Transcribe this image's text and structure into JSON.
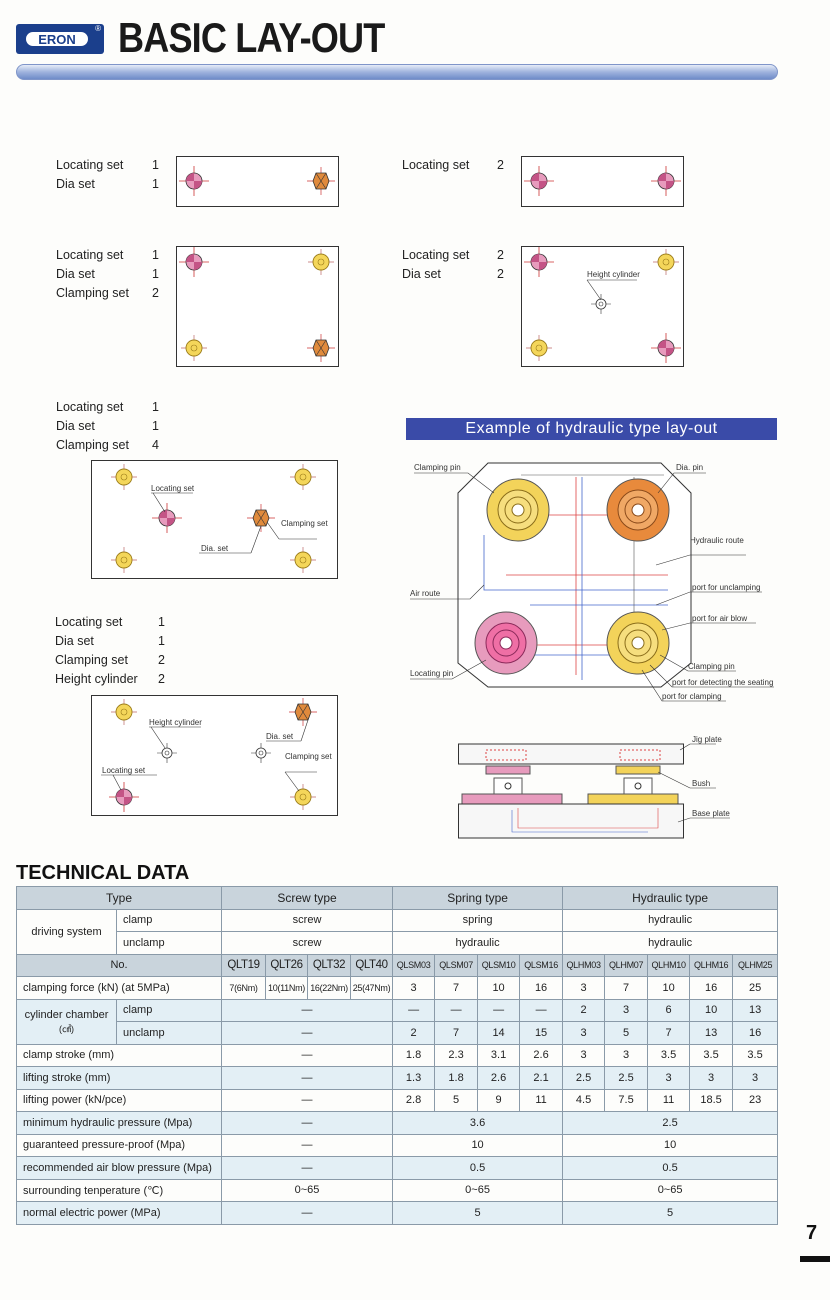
{
  "header": {
    "logo_text": "ERON",
    "logo_reg": "®",
    "title": "BASIC LAY-OUT"
  },
  "layouts": [
    {
      "labels": [
        "Locating set",
        "Dia set"
      ],
      "counts": [
        "1",
        "1"
      ]
    },
    {
      "labels": [
        "Locating set"
      ],
      "counts": [
        "2"
      ]
    },
    {
      "labels": [
        "Locating set",
        "Dia set",
        "Clamping set"
      ],
      "counts": [
        "1",
        "1",
        "2"
      ]
    },
    {
      "labels": [
        "Locating set",
        "Dia set"
      ],
      "counts": [
        "2",
        "2"
      ],
      "annotations": [
        "Height cylinder"
      ]
    },
    {
      "labels": [
        "Locating set",
        "Dia set",
        "Clamping set"
      ],
      "counts": [
        "1",
        "1",
        "4"
      ],
      "annotations": [
        "Locating set",
        "Clamping set",
        "Dia. set"
      ]
    },
    {
      "labels": [
        "Locating set",
        "Dia set",
        "Clamping set",
        "Height cylinder"
      ],
      "counts": [
        "1",
        "1",
        "2",
        "2"
      ],
      "annotations": [
        "Height cylinder",
        "Dia. set",
        "Clamping set",
        "Locating set"
      ]
    }
  ],
  "hydraulic": {
    "banner": "Example of hydraulic type lay-out",
    "callouts": [
      "Clamping pin",
      "Dia. pin",
      "Hydraulic route",
      "port for unclamping",
      "Air route",
      "port for air blow",
      "Locating pin",
      "Clamping pin",
      "port for detecting the seating",
      "port for clamping"
    ],
    "side_callouts": [
      "Jig plate",
      "Bush",
      "Base plate"
    ]
  },
  "tech": {
    "title": "TECHNICAL DATA",
    "type_label": "Type",
    "types": [
      "Screw type",
      "Spring type",
      "Hydraulic type"
    ],
    "driving_label": "driving system",
    "clamp_label": "clamp",
    "unclamp_label": "unclamp",
    "driving": {
      "clamp": [
        "screw",
        "spring",
        "hydraulic"
      ],
      "unclamp": [
        "screw",
        "hydraulic",
        "hydraulic"
      ]
    },
    "no_label": "No.",
    "models": [
      "QLT19",
      "QLT26",
      "QLT32",
      "QLT40",
      "QLSM03",
      "QLSM07",
      "QLSM10",
      "QLSM16",
      "QLHM03",
      "QLHM07",
      "QLHM10",
      "QLHM16",
      "QLHM25"
    ],
    "clamping_force_label": "clamping force (kN) (at 5MPa)",
    "clamping_force": [
      "7(6Nm)",
      "10(11Nm)",
      "16(22Nm)",
      "25(47Nm)",
      "3",
      "7",
      "10",
      "16",
      "3",
      "7",
      "10",
      "16",
      "25"
    ],
    "cylinder_label": "cylinder chamber",
    "cylinder_unit": "(㎤)",
    "cyl_clamp": [
      "—",
      "—",
      "—",
      "—",
      "—",
      "2",
      "3",
      "6",
      "10",
      "13"
    ],
    "cyl_unclamp": [
      "—",
      "2",
      "7",
      "14",
      "15",
      "3",
      "5",
      "7",
      "13",
      "16"
    ],
    "rows": [
      {
        "label": "clamp stroke (mm)",
        "values": [
          "—",
          "1.8",
          "2.3",
          "3.1",
          "2.6",
          "3",
          "3",
          "3.5",
          "3.5",
          "3.5"
        ]
      },
      {
        "label": "lifting stroke (mm)",
        "values": [
          "—",
          "1.3",
          "1.8",
          "2.6",
          "2.1",
          "2.5",
          "2.5",
          "3",
          "3",
          "3"
        ]
      },
      {
        "label": "lifting power (kN/pce)",
        "values": [
          "—",
          "2.8",
          "5",
          "9",
          "11",
          "4.5",
          "7.5",
          "11",
          "18.5",
          "23"
        ]
      }
    ],
    "merged_rows": [
      {
        "label": "minimum hydraulic pressure (Mpa)",
        "values": [
          "—",
          "3.6",
          "2.5"
        ]
      },
      {
        "label": "guaranteed pressure-proof (Mpa)",
        "values": [
          "—",
          "10",
          "10"
        ]
      },
      {
        "label": "recommended air blow pressure (Mpa)",
        "values": [
          "—",
          "0.5",
          "0.5"
        ]
      },
      {
        "label": "surrounding tenperature (℃)",
        "values": [
          "0~65",
          "0~65",
          "0~65"
        ]
      },
      {
        "label": "normal electric power (MPa)",
        "values": [
          "—",
          "5",
          "5"
        ]
      }
    ]
  },
  "page_number": "7"
}
